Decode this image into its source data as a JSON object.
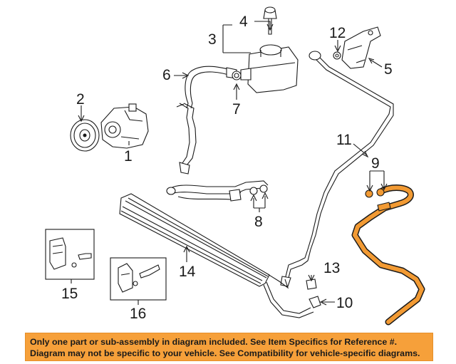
{
  "callouts": {
    "c1": "1",
    "c2": "2",
    "c3": "3",
    "c4": "4",
    "c5": "5",
    "c6": "6",
    "c7": "7",
    "c8": "8",
    "c9": "9",
    "c10": "10",
    "c11": "11",
    "c12": "12",
    "c13": "13",
    "c14": "14",
    "c15": "15",
    "c16": "16"
  },
  "notice": {
    "line1": "Only one part or sub-assembly in diagram included. See Item Specifics for Reference #.",
    "line2": "Diagram may not be specific to your vehicle. See Compatibility for vehicle-specific diagrams."
  },
  "colors": {
    "highlight_hose": "#f29a33",
    "notice_background": "#f6a03a",
    "line_art": "#1a1a1a"
  }
}
